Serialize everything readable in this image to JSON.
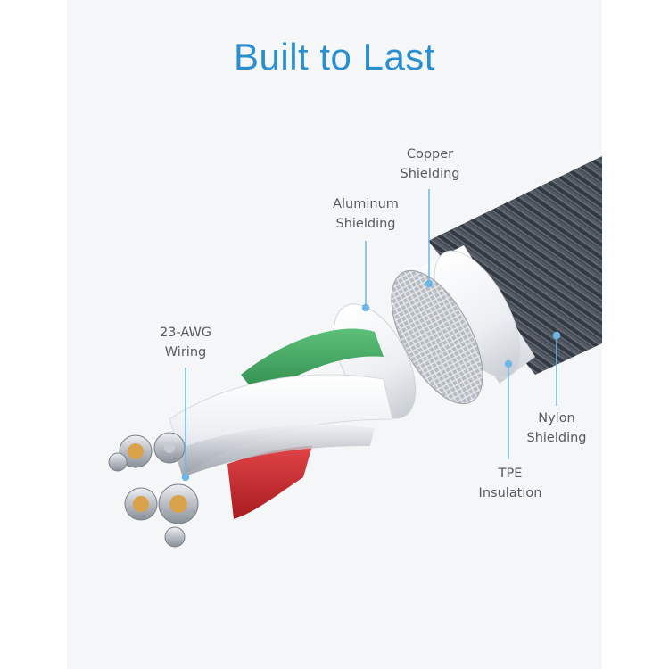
{
  "title": "Built to Last",
  "callouts": {
    "copper_shielding": {
      "line1": "Copper",
      "line2": "Shielding"
    },
    "aluminum_shielding": {
      "line1": "Aluminum",
      "line2": "Shielding"
    },
    "wiring": {
      "line1": "23-AWG",
      "line2": "Wiring"
    },
    "nylon_shielding": {
      "line1": "Nylon",
      "line2": "Shielding"
    },
    "tpe_insulation": {
      "line1": "TPE",
      "line2": "Insulation"
    }
  },
  "colors": {
    "title": "#2a8fd0",
    "callout_line": "#6fb6e4",
    "nylon_braid": "#3d4450",
    "wire_green": "#3aa25a",
    "wire_red": "#c8262a",
    "strand_copper": "#d9a24a"
  }
}
